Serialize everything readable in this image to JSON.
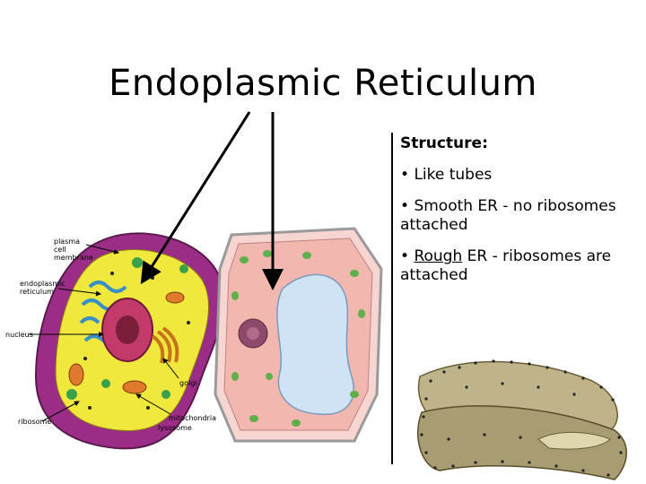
{
  "title": "Endoplasmic Reticulum",
  "structure": {
    "heading": "Structure:",
    "bullets": [
      {
        "prefix": "• ",
        "text": "Like tubes"
      },
      {
        "prefix": "• ",
        "text": "Smooth ER - no ribosomes attached"
      },
      {
        "prefix": "• ",
        "underlined": "Rough",
        "text": " ER - ribosomes are attached"
      }
    ]
  },
  "animal_cell_labels": {
    "plasma_membrane": "plasma cell membrane",
    "endoplasmic_reticulum": "endoplasmic reticulum",
    "nucleus": "nucleus",
    "golgi": "golgi",
    "ribosome": "ribosome",
    "mitochondria": "mitochondria",
    "lysosome": "lysosome"
  }
}
